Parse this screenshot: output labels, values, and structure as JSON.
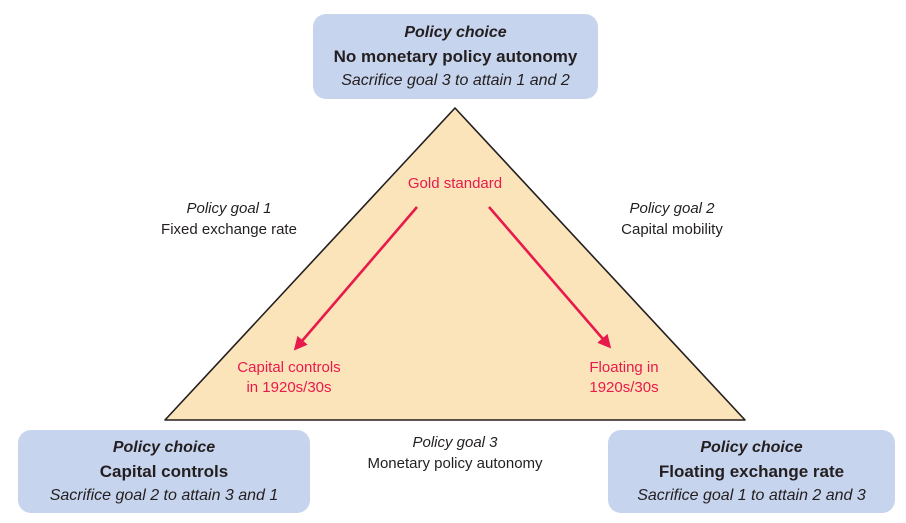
{
  "colors": {
    "box_background": "#c7d4ed",
    "triangle_fill": "#fce4ba",
    "triangle_stroke": "#231f20",
    "red_accent": "#e8194b",
    "text": "#231f20"
  },
  "top_box": {
    "line1": "Policy choice",
    "line2": "No monetary policy autonomy",
    "line3": "Sacrifice goal 3 to attain 1 and 2"
  },
  "bottom_left_box": {
    "line1": "Policy choice",
    "line2": "Capital controls",
    "line3": "Sacrifice goal 2 to attain 3 and 1"
  },
  "bottom_right_box": {
    "line1": "Policy choice",
    "line2": "Floating exchange rate",
    "line3": "Sacrifice goal 1 to attain 2 and 3"
  },
  "goal1": {
    "line1": "Policy goal 1",
    "line2": "Fixed exchange rate"
  },
  "goal2": {
    "line1": "Policy goal 2",
    "line2": "Capital mobility"
  },
  "goal3": {
    "line1": "Policy goal 3",
    "line2": "Monetary policy autonomy"
  },
  "triangle": {
    "center_label": "Gold standard",
    "left_outcome_line1": "Capital controls",
    "left_outcome_line2": "in 1920s/30s",
    "right_outcome_line1": "Floating in",
    "right_outcome_line2": "1920s/30s"
  }
}
